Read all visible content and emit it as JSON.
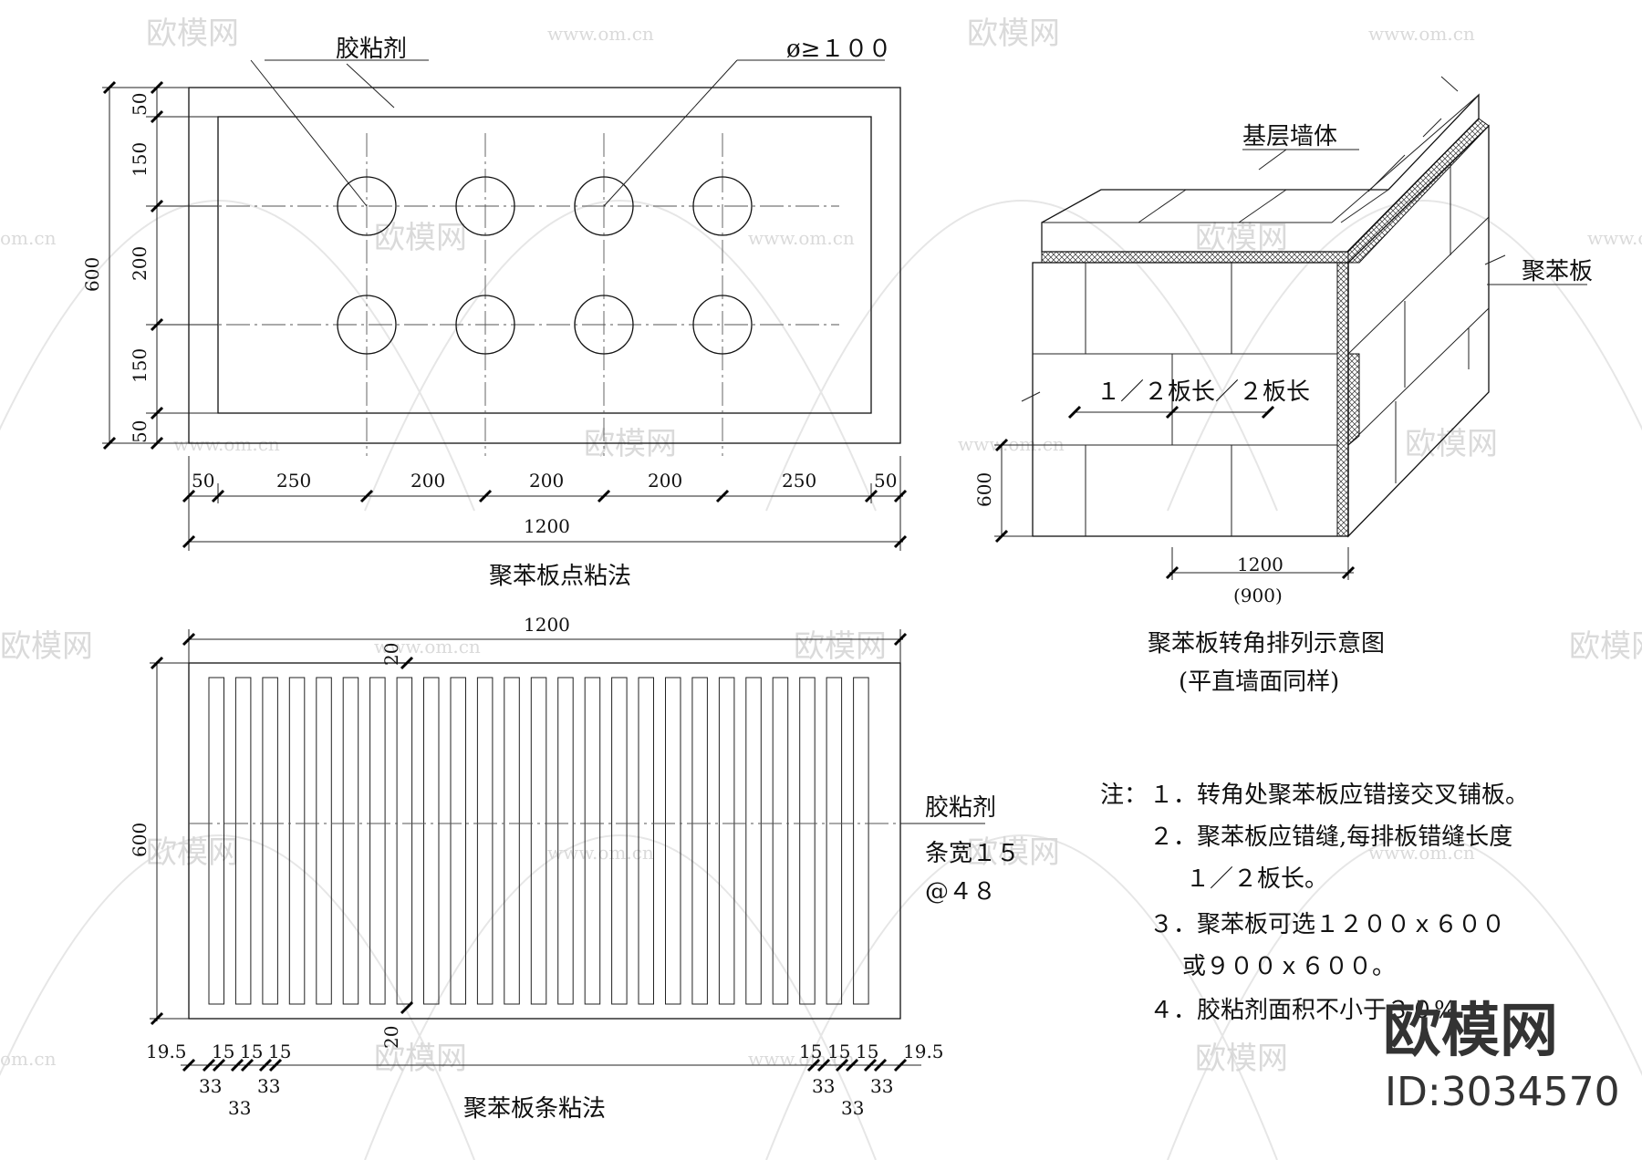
{
  "dot_method": {
    "adhesive_label": "胶粘剂",
    "diameter_label": "ø≥１００",
    "left_dims": [
      "50",
      "150",
      "200",
      "150",
      "50"
    ],
    "overall_height": "600",
    "bottom_dims": [
      "50",
      "250",
      "200",
      "200",
      "200",
      "250",
      "50"
    ],
    "overall_width": "1200",
    "title": "聚苯板点粘法"
  },
  "corner_layout": {
    "base_wall_label": "基层墙体",
    "board_label": "聚苯板",
    "stagger_label": "１／２板长／２板长",
    "height_dim": "600",
    "width_dim": "1200",
    "width_alt": "(900)",
    "title": "聚苯板转角排列示意图",
    "subtitle": "(平直墙面同样)"
  },
  "strip_method": {
    "overall_width": "1200",
    "overall_height": "600",
    "edge_gap_top": "20",
    "edge_gap_bottom": "20",
    "adhesive_label": "胶粘剂",
    "strip_width_label": "条宽１５",
    "spacing_label": "@４８",
    "left_small_dims": [
      "19.5",
      "15",
      "15",
      "15"
    ],
    "left_pitch_dims": [
      "33",
      "33",
      "33"
    ],
    "right_small_dims": [
      "15",
      "15",
      "15",
      "19.5"
    ],
    "right_pitch_dims": [
      "33",
      "33",
      "33"
    ],
    "title": "聚苯板条粘法"
  },
  "notes": {
    "prefix": "注：",
    "lines": [
      "１．转角处聚苯板应错接交叉铺板。",
      "２．聚苯板应错缝,每排板错缝长度",
      "１／２板长。",
      "３．聚苯板可选１２００ｘ６００",
      "或９００ｘ６００。",
      "４．胶粘剂面积不小于３０%"
    ]
  },
  "watermark": {
    "brand": "欧模网",
    "url": "www.om.cn",
    "short_url": "om.cn",
    "id_label": "ID:3034570"
  }
}
